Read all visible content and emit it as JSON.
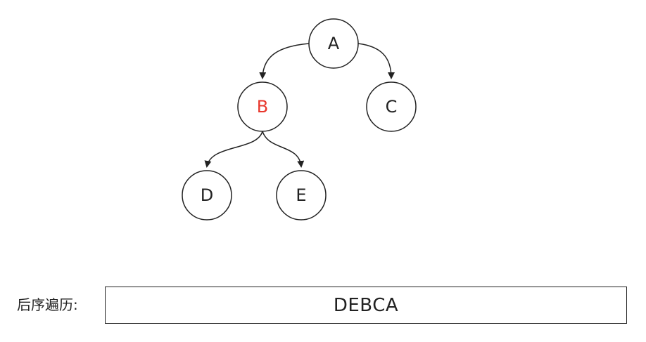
{
  "tree": {
    "nodes": [
      {
        "id": "A",
        "label": "A",
        "highlighted": false
      },
      {
        "id": "B",
        "label": "B",
        "highlighted": true
      },
      {
        "id": "C",
        "label": "C",
        "highlighted": false
      },
      {
        "id": "D",
        "label": "D",
        "highlighted": false
      },
      {
        "id": "E",
        "label": "E",
        "highlighted": false
      }
    ],
    "edges": [
      {
        "from": "A",
        "to": "B"
      },
      {
        "from": "A",
        "to": "C"
      },
      {
        "from": "B",
        "to": "D"
      },
      {
        "from": "B",
        "to": "E"
      }
    ]
  },
  "traversal": {
    "label": "后序遍历:",
    "result": "DEBCA"
  },
  "colors": {
    "stroke": "#222222",
    "text": "#222222",
    "highlight": "#e8372c",
    "background": "#ffffff"
  }
}
